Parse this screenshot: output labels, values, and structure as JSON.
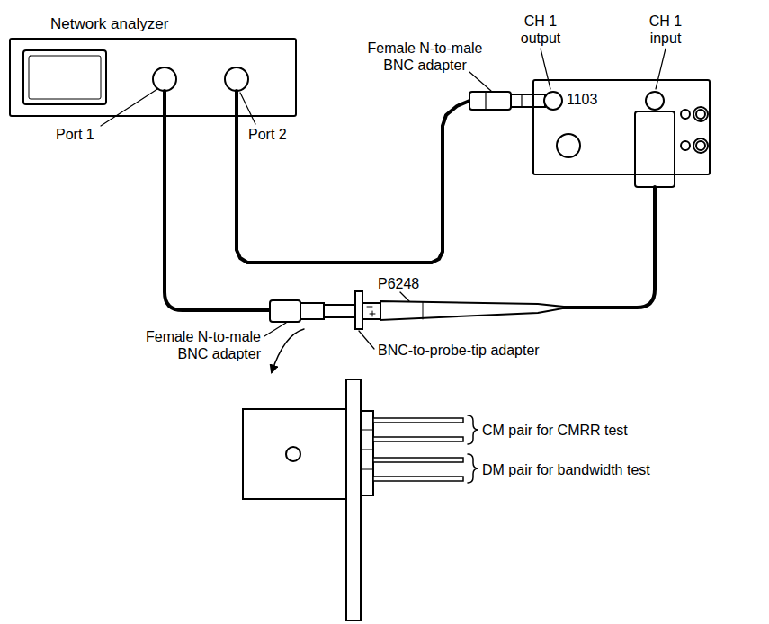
{
  "diagram": {
    "nodes": [
      {
        "text": [
          "Network analyzer"
        ]
      },
      {
        "text": [
          "1103"
        ]
      }
    ],
    "edges": [
      {
        "from": 0,
        "to": 1,
        "arrow": "none"
      }
    ],
    "labels": [
      "CH 1 output",
      "CH 1 input",
      "Female N-to-male BNC adapter",
      "Port 1",
      "Port 2",
      "P6248",
      "Female N-to-male BNC adapter",
      "BNC-to-probe-tip adapter",
      "CM pair for CMRR test",
      "DM pair for bandwidth test"
    ]
  }
}
